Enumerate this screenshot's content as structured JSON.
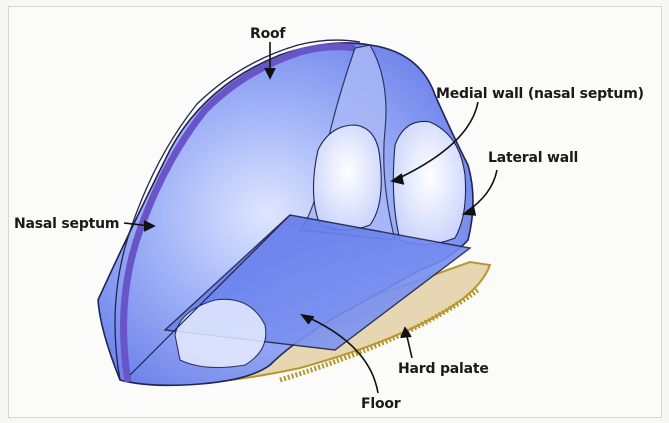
{
  "labels": {
    "roof": "Roof",
    "medial_wall": "Medial wall (nasal septum)",
    "lateral_wall": "Lateral wall",
    "nasal_septum": "Nasal septum",
    "hard_palate": "Hard palate",
    "floor": "Floor"
  },
  "colors": {
    "cavity_blue": "#7f95f0",
    "septum_purple": "#6a55c8",
    "palate_tan": "#e6d7b2",
    "palate_edge": "#b8962f",
    "outline": "#1f2450"
  }
}
